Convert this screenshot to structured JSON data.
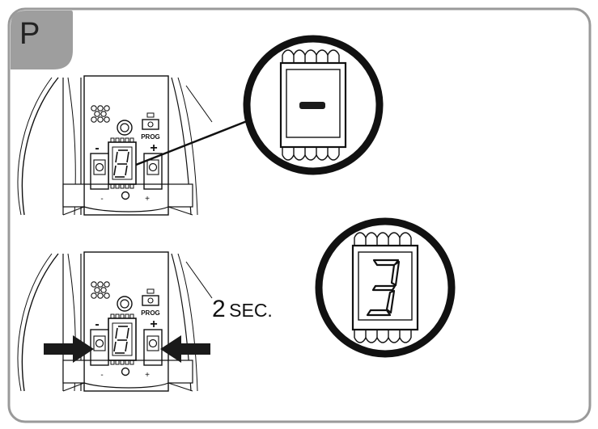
{
  "step": {
    "label": "P"
  },
  "board": {
    "prog_label": "PROG",
    "minus_sign": "-",
    "plus_sign": "+"
  },
  "display_zoom_1": {
    "value": "-"
  },
  "display_zoom_2": {
    "value": "3"
  },
  "timer": {
    "number": "2",
    "unit": "SEC."
  },
  "colors": {
    "tab": "#9e9e9e",
    "border": "#9a9a9a",
    "line": "#111111",
    "arrow": "#1a1a1a"
  },
  "icons": [
    "press-arrow-icon",
    "seven-segment-display-icon",
    "magnifier-circle-icon"
  ]
}
